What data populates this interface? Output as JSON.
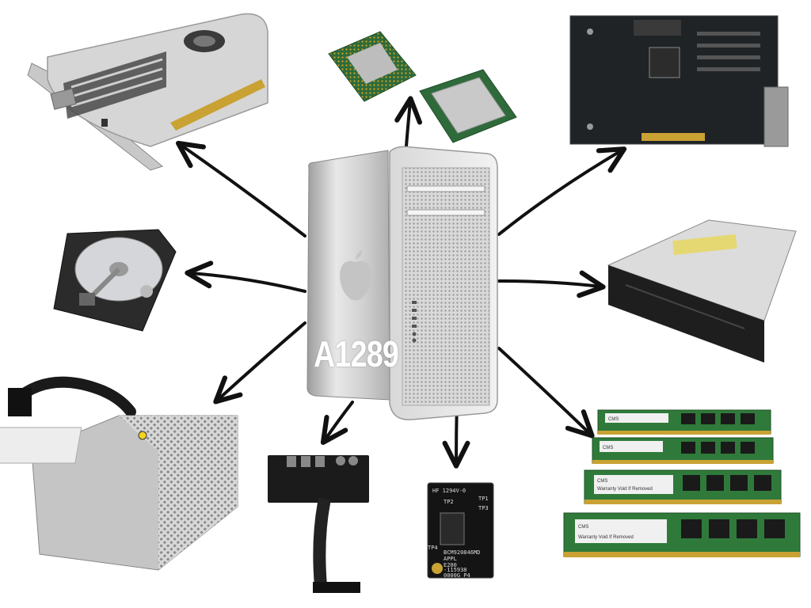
{
  "model": "A1289",
  "ram_warning": "Warranty Void If Removed",
  "ram_brand": "CMS",
  "bt_board": {
    "chip": "BCM920846MD",
    "brand": "APPL",
    "lot": "E200",
    "serial": "-115938",
    "code": "0000G P4",
    "voltage": "HF 1294V-0",
    "tp1": "TP1",
    "tp2": "TP2",
    "tp3": "TP3",
    "tp4": "TP4"
  },
  "components": [
    {
      "name": "graphics-card"
    },
    {
      "name": "processors"
    },
    {
      "name": "logic-board"
    },
    {
      "name": "hard-drive"
    },
    {
      "name": "optical-drive"
    },
    {
      "name": "power-supply"
    },
    {
      "name": "front-io-board"
    },
    {
      "name": "bluetooth-card"
    },
    {
      "name": "memory-modules"
    }
  ],
  "colors": {
    "arrow": "#111111",
    "chassis": "#cfcfcf",
    "board": "#1c1c1c",
    "ram_pcb": "#2f7a3a"
  }
}
